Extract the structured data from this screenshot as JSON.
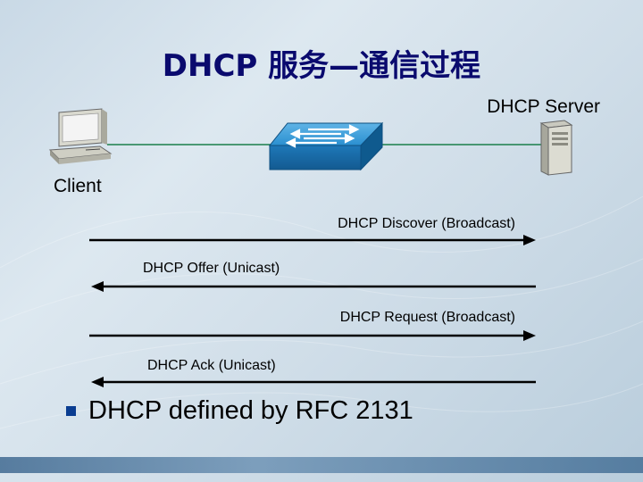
{
  "slide": {
    "title": "DHCP 服务—通信过程",
    "server_label": "DHCP Server",
    "client_label": "Client",
    "messages": [
      {
        "text": "DHCP Discover (Broadcast)",
        "direction": "to-server"
      },
      {
        "text": "DHCP Offer (Unicast)",
        "direction": "to-client"
      },
      {
        "text": "DHCP Request (Broadcast)",
        "direction": "to-server"
      },
      {
        "text": "DHCP Ack (Unicast)",
        "direction": "to-client"
      }
    ],
    "bullet": "DHCP defined by RFC 2131"
  },
  "colors": {
    "title": "#0a0a6e",
    "switch": "#2a8fd0",
    "bullet": "#0a3d91"
  },
  "icons": [
    "client-computer-icon",
    "network-switch-icon",
    "server-tower-icon"
  ]
}
